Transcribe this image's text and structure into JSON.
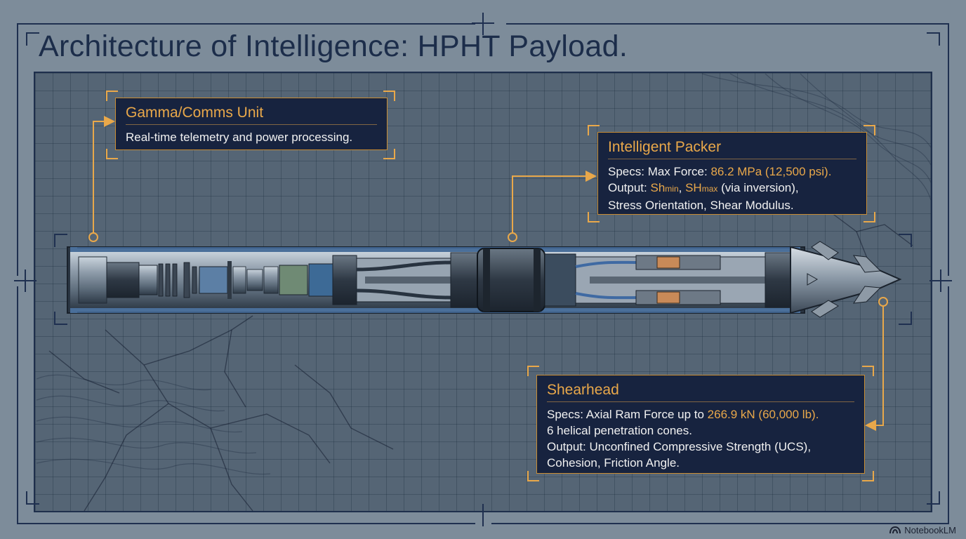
{
  "title": "Architecture of Intelligence: HPHT Payload.",
  "colors": {
    "accent": "#e9a84a",
    "card_background": "#17233f",
    "frame": "#1f3050",
    "board": "#556575"
  },
  "callouts": {
    "gamma": {
      "heading": "Gamma/Comms Unit",
      "body": "Real-time telemetry and power processing."
    },
    "packer": {
      "heading": "Intelligent Packer",
      "specs_prefix": "Specs: Max Force: ",
      "specs_value": "86.2 MPa (12,500 psi).",
      "output_prefix": "Output: ",
      "sh_min": "Sh",
      "sh_min_sub": "min",
      "sep": ", ",
      "sh_max": "SH",
      "sh_max_sub": "max",
      "output_suffix": " (via inversion),",
      "line3": "Stress Orientation, Shear Modulus."
    },
    "shearhead": {
      "heading": "Shearhead",
      "specs_prefix": "Specs: Axial Ram Force up to ",
      "specs_value": "266.9 kN (60,000 lb).",
      "line2": "6 helical penetration cones.",
      "line3": "Output: Unconfined Compressive Strength (UCS),",
      "line4": "Cohesion, Friction Angle."
    }
  },
  "brand": {
    "label": "NotebookLM",
    "icon": "notebooklm-logo-icon"
  }
}
